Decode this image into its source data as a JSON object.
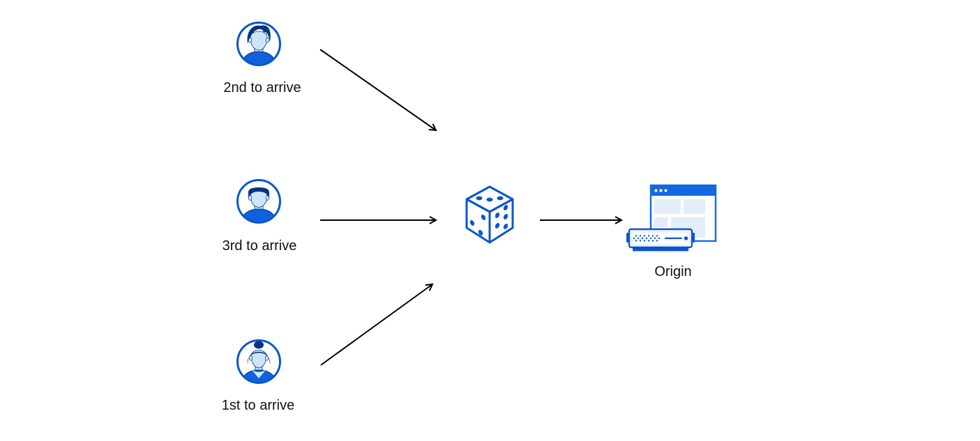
{
  "diagram": {
    "nodes": [
      {
        "id": "user-second",
        "label": "2nd to arrive",
        "icon": "user-avatar-man-swept-hair-icon"
      },
      {
        "id": "user-third",
        "label": "3rd to arrive",
        "icon": "user-avatar-man-flat-top-icon"
      },
      {
        "id": "user-first",
        "label": "1st to arrive",
        "icon": "user-avatar-woman-bun-icon"
      },
      {
        "id": "randomizer",
        "label": "",
        "icon": "dice-icon"
      },
      {
        "id": "origin",
        "label": "Origin",
        "icon": "origin-server-browser-icon"
      }
    ],
    "edges": [
      {
        "from": "user-second",
        "to": "randomizer"
      },
      {
        "from": "user-third",
        "to": "randomizer"
      },
      {
        "from": "user-first",
        "to": "randomizer"
      },
      {
        "from": "randomizer",
        "to": "origin"
      }
    ],
    "dice_faces": {
      "top_pips": 3,
      "left_pips": 3,
      "right_pips": 5
    }
  },
  "colors": {
    "ring": "#0b55d0",
    "navy": "#003580",
    "skin": "#cde6f7",
    "shirt": "#0f62dc",
    "winblue": "#1269e2",
    "pale": "#e3eef9",
    "arrow": "#000000",
    "text": "#111111",
    "canvas": "#ffffff"
  }
}
